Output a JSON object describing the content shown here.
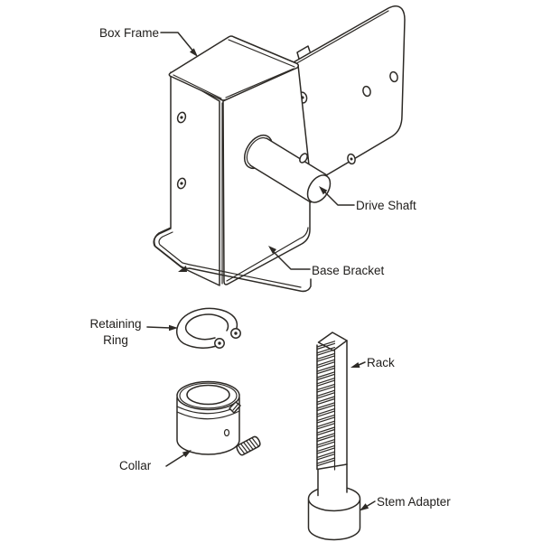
{
  "figure": {
    "background": "#ffffff",
    "line_color": "#2d2a26",
    "text_color": "#1f1d1b",
    "labels": {
      "box_frame": {
        "text": "Box Frame"
      },
      "drive_shaft": {
        "text": "Drive Shaft"
      },
      "base_bracket": {
        "text": "Base Bracket"
      },
      "retaining_ring": {
        "line1": "Retaining",
        "line2": "Ring"
      },
      "rack": {
        "text": "Rack"
      },
      "collar": {
        "text": "Collar"
      },
      "stem_adapter": {
        "text": "Stem Adapter"
      }
    },
    "parts": [
      "Box Frame",
      "Drive Shaft",
      "Base Bracket",
      "Retaining Ring",
      "Rack",
      "Collar",
      "Stem Adapter"
    ]
  }
}
